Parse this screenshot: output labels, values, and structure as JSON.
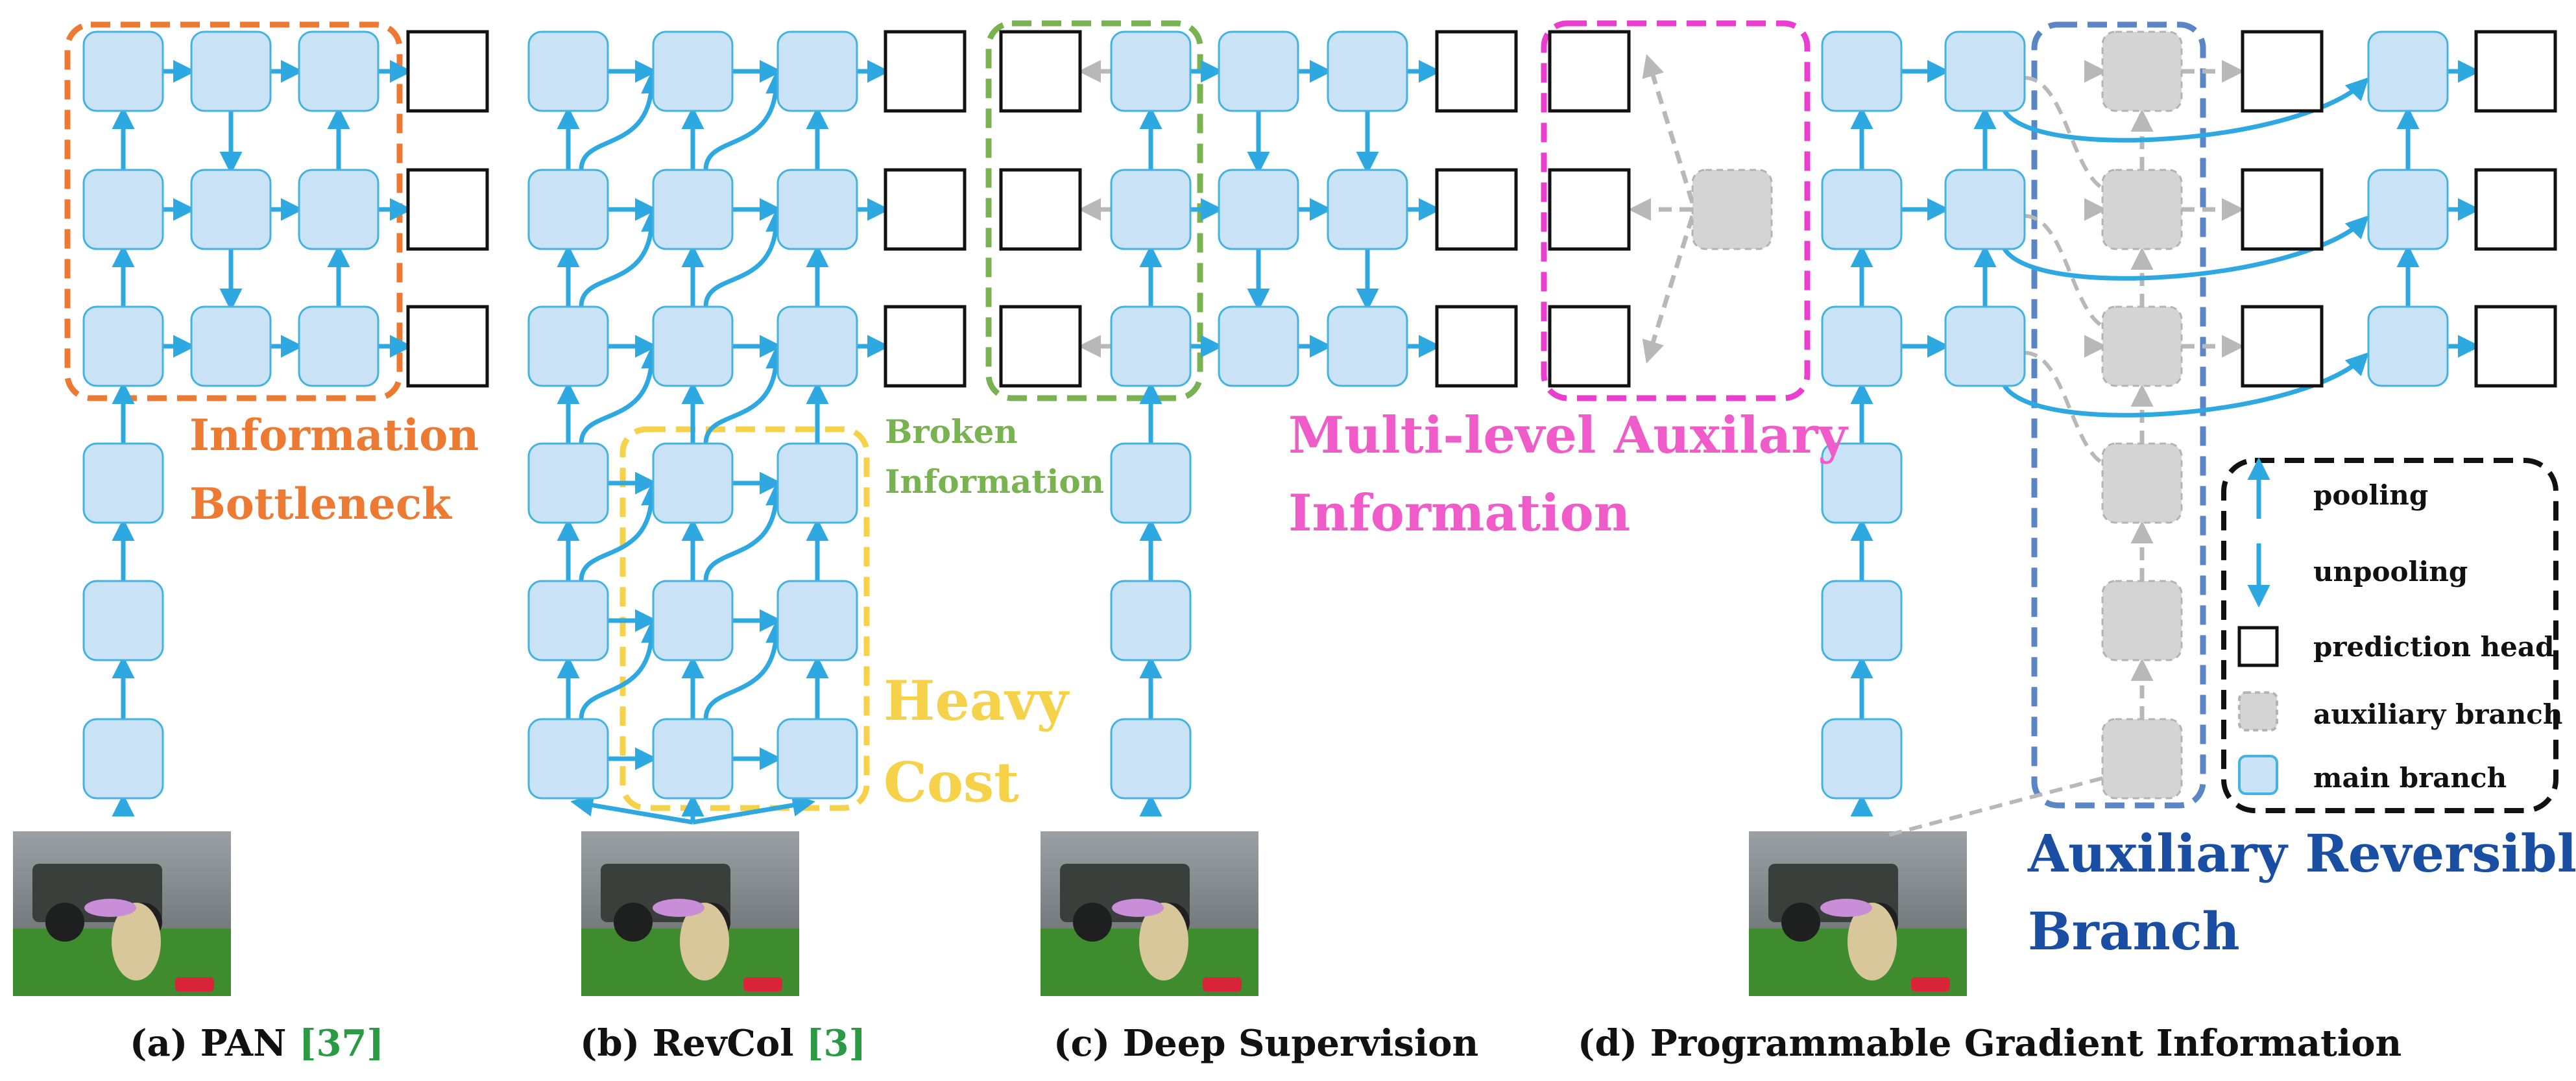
{
  "colors": {
    "main": "#c9e2f6",
    "main_stroke": "#45b3e0",
    "arrow": "#2ea8e0",
    "aux": "#d4d4d4",
    "aux_stroke": "#b4b4b4",
    "aux_arrow": "#b8b8b8",
    "orange": "#ec7a33",
    "yellow": "#f6d24a",
    "green": "#79b251",
    "magenta": "#ea3ed0",
    "pink_text": "#ef5cc9",
    "blue_box": "#5b86c6",
    "blue_text": "#1a4ea3",
    "ref_green": "#2a9a45",
    "black": "#111111"
  },
  "annotations": {
    "pan_line1": "Information",
    "pan_line2": "Bottleneck",
    "revcol_line1": "Heavy",
    "revcol_line2": "Cost",
    "deep_line1": "Broken",
    "deep_line2": "Information",
    "multi_line1": "Multi-level Auxilary",
    "multi_line2": "Information",
    "pgi_line1": "Auxiliary Reversible",
    "pgi_line2": "Branch"
  },
  "legend": {
    "pooling": "pooling",
    "unpooling": "unpooling",
    "prediction_head": "prediction head",
    "auxiliary_branch": "auxiliary branch",
    "main_branch": "main branch"
  },
  "captions": {
    "a": {
      "label": "(a) PAN ",
      "ref": "[37]"
    },
    "b": {
      "label": "(b) RevCol ",
      "ref": "[3]"
    },
    "c": {
      "label": "(c) Deep Supervision"
    },
    "d": {
      "label": "(d) Programmable Gradient Information"
    }
  }
}
